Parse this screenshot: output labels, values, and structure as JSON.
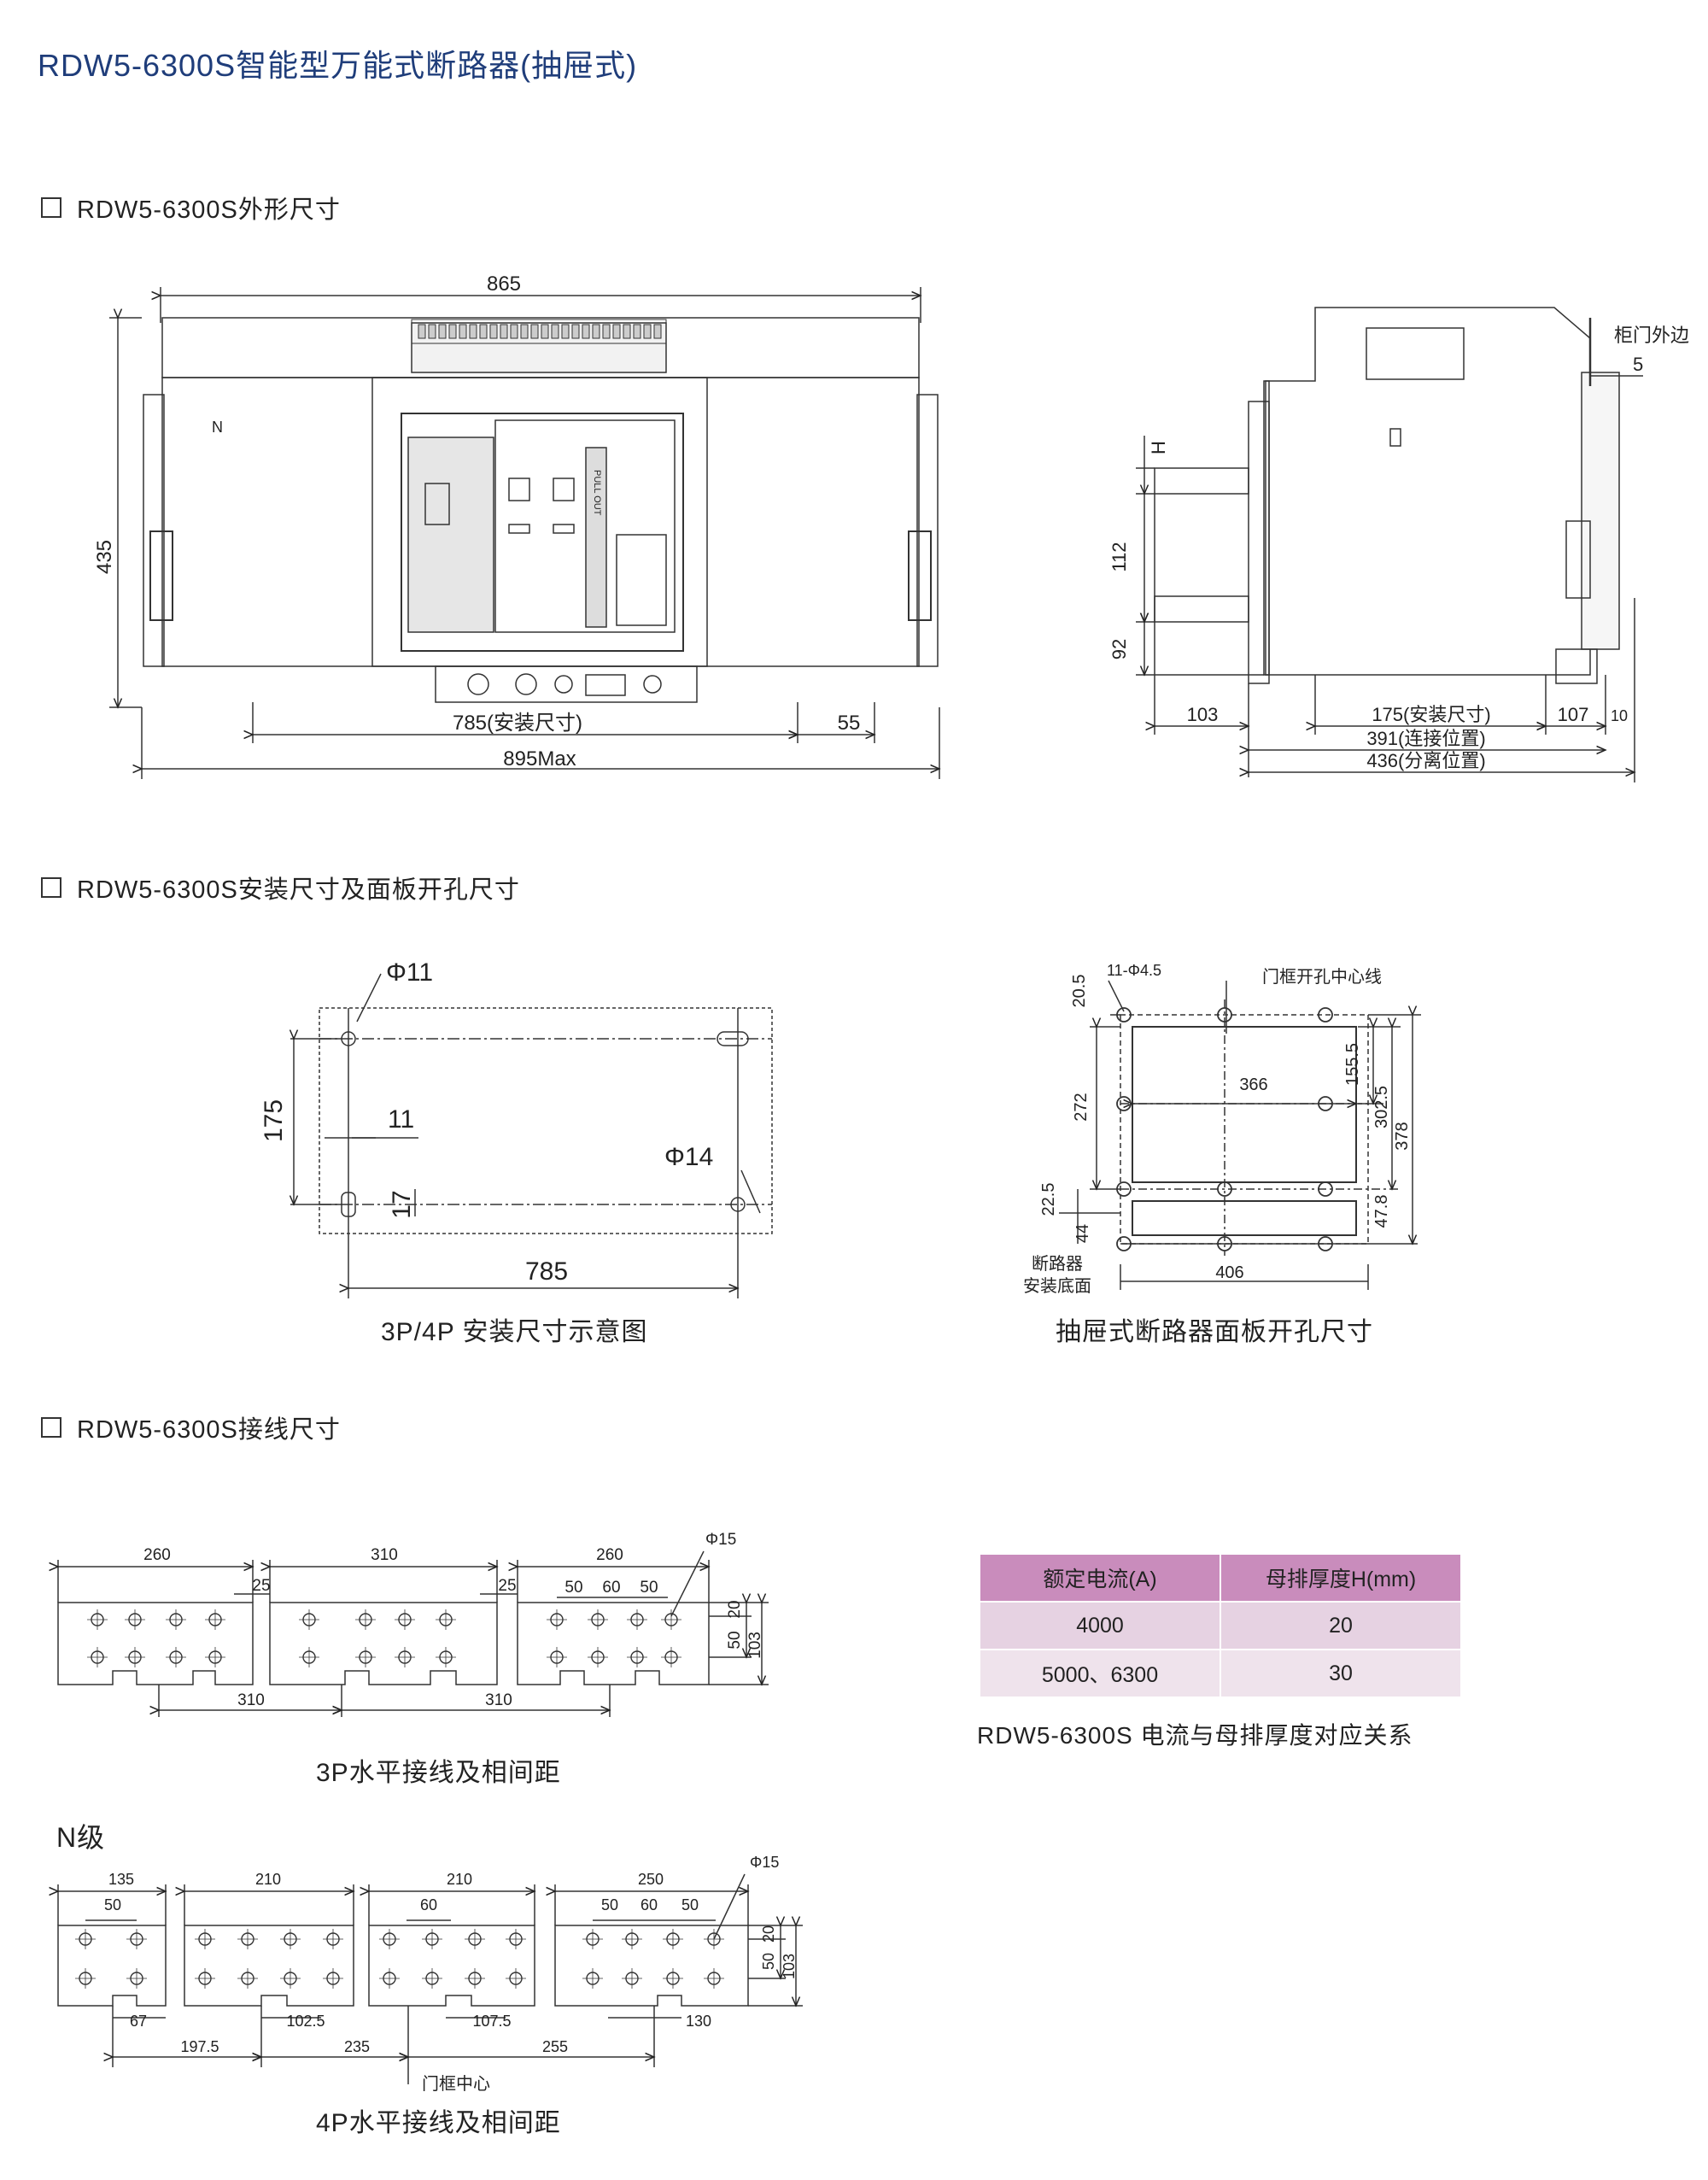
{
  "page_title": "RDW5-6300S智能型万能式断路器(抽屉式)",
  "sections": {
    "outline": "RDW5-6300S外形尺寸",
    "mounting": "RDW5-6300S安装尺寸及面板开孔尺寸",
    "wiring": "RDW5-6300S接线尺寸"
  },
  "front_view": {
    "d_865": "865",
    "d_435": "435",
    "d_785": "785(安装尺寸)",
    "d_55": "55",
    "d_895": "895Max",
    "n_label": "N",
    "pull_out": "PULL OUT"
  },
  "side_view": {
    "door_edge": "柜门外边",
    "d_5": "5",
    "d_H": "H",
    "d_112": "112",
    "d_92": "92",
    "d_103": "103",
    "d_175": "175(安装尺寸)",
    "d_107": "107",
    "d_10": "10",
    "d_391": "391(连接位置)",
    "d_436": "436(分离位置)"
  },
  "mount_diagram": {
    "d_phi11": "Φ11",
    "d_175": "175",
    "d_11": "11",
    "d_phi14": "Φ14",
    "d_17": "17",
    "d_785": "785",
    "caption": "3P/4P 安装尺寸示意图"
  },
  "panel_cutout": {
    "holes": "11-Φ4.5",
    "centerline": "门框开孔中心线",
    "d_20_5": "20.5",
    "d_366": "366",
    "d_155_5": "155.5",
    "d_272": "272",
    "d_302_5": "302.5",
    "d_378": "378",
    "d_22_5": "22.5",
    "d_44": "44",
    "d_47_8": "47.8",
    "d_406": "406",
    "base_line1": "断路器",
    "base_line2": "安装底面",
    "caption": "抽屉式断路器面板开孔尺寸"
  },
  "wiring_3p": {
    "d_260a": "260",
    "d_310": "310",
    "d_260b": "260",
    "d_25a": "25",
    "d_25b": "25",
    "d_50a": "50",
    "d_60": "60",
    "d_50b": "50",
    "d_phi15": "Φ15",
    "d_20": "20",
    "d_50v": "50",
    "d_103": "103",
    "d_310b1": "310",
    "d_310b2": "310",
    "caption": "3P水平接线及相间距"
  },
  "n_pole": "N级",
  "wiring_4p": {
    "d_135": "135",
    "d_50n": "50",
    "d_210a": "210",
    "d_60a": "60",
    "d_210b": "210",
    "d_250": "250",
    "d_50c": "50",
    "d_60b": "60",
    "d_50d": "50",
    "d_phi15": "Φ15",
    "d_20": "20",
    "d_50v": "50",
    "d_103": "103",
    "d_67": "67",
    "d_102_5": "102.5",
    "d_107_5": "107.5",
    "d_130": "130",
    "d_197_5": "197.5",
    "d_235": "235",
    "d_255": "255",
    "door_center": "门框中心",
    "caption": "4P水平接线及相间距"
  },
  "busbar_table": {
    "headers": [
      "额定电流(A)",
      "母排厚度H(mm)"
    ],
    "rows": [
      [
        "4000",
        "20"
      ],
      [
        "5000、6300",
        "30"
      ]
    ],
    "caption": "RDW5-6300S 电流与母排厚度对应关系",
    "header_color": "#c98cbc"
  }
}
